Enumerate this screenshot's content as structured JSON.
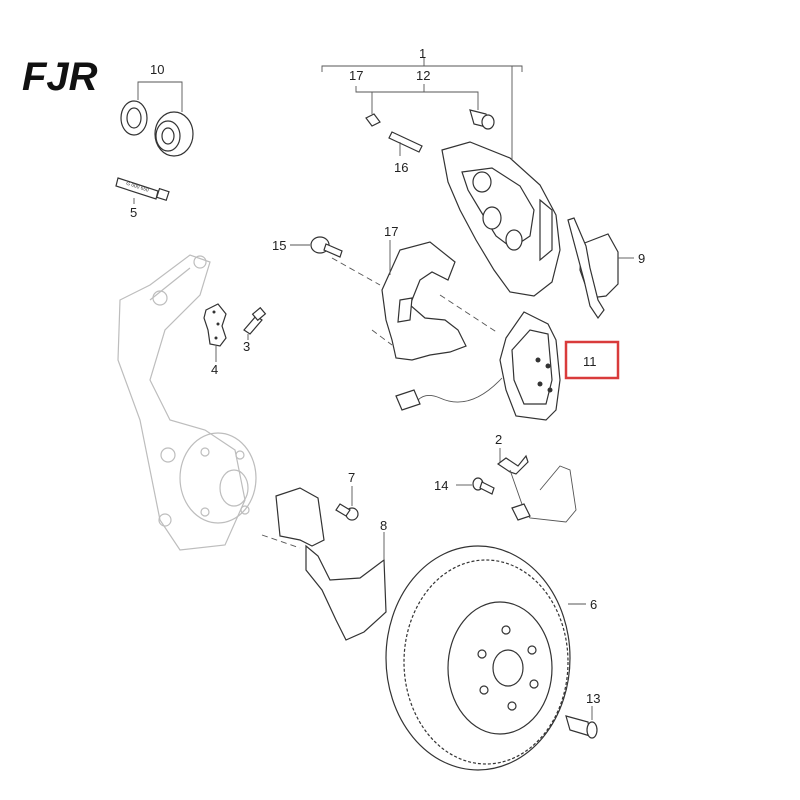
{
  "brand": {
    "logo_text": "FJR"
  },
  "colors": {
    "highlight": "#d93b3b",
    "line": "#333333",
    "ghost": "#bdbdbd"
  },
  "part_numbers": {
    "p1": "1",
    "p2": "2",
    "p3": "3",
    "p4": "4",
    "p5": "5",
    "p6": "6",
    "p7": "7",
    "p8": "8",
    "p9": "9",
    "p10": "10",
    "p11": "11",
    "p12": "12",
    "p13": "13",
    "p14": "14",
    "p15": "15",
    "p16": "16",
    "p17a": "17",
    "p17b": "17"
  },
  "highlighted_part": "11",
  "tube_marking": "G 000 650"
}
